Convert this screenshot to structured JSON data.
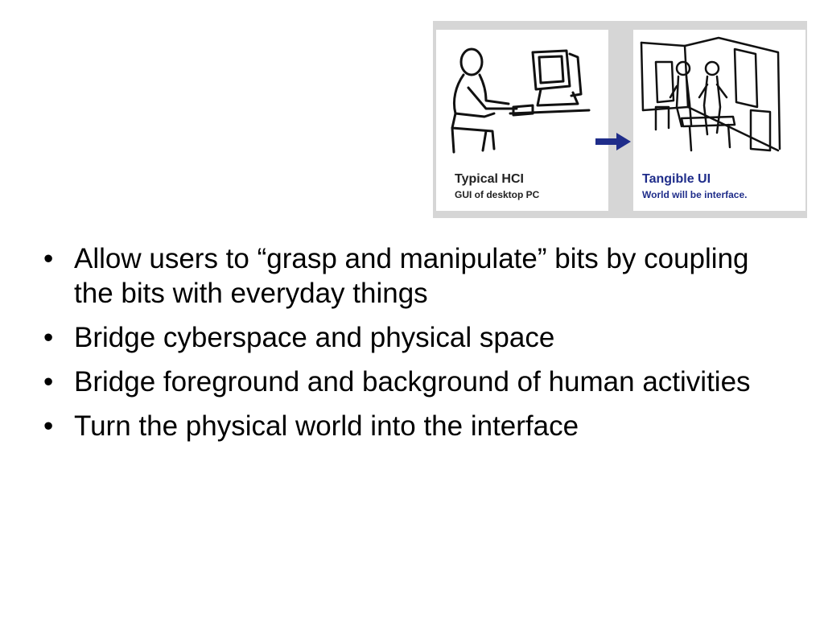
{
  "figure": {
    "left_panel": {
      "title": "Typical HCI",
      "subtitle": "GUI of desktop PC"
    },
    "right_panel": {
      "title": "Tangible UI",
      "subtitle": "World will be interface."
    },
    "arrow_icon": "arrow-right-icon",
    "colors": {
      "caption_dark": "#222222",
      "caption_blue": "#1f2d8a",
      "arrow": "#1f2d8a",
      "frame": "#d6d6d6"
    }
  },
  "bullets": {
    "marker": "•",
    "items": [
      "Allow users to “grasp and manipulate” bits by coupling the bits with everyday things",
      "Bridge cyberspace and physical space",
      "Bridge foreground and background of human activities",
      "Turn the physical world into the interface"
    ]
  }
}
